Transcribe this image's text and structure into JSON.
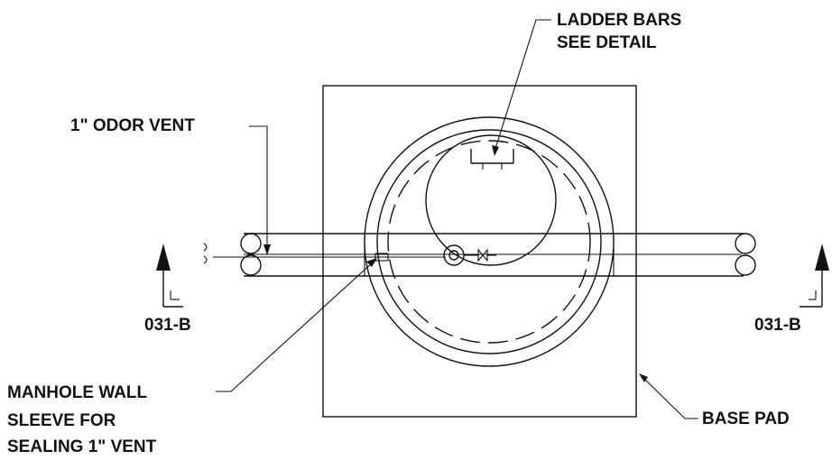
{
  "labels": {
    "ladder_bars_line1": "LADDER BARS",
    "ladder_bars_line2": "SEE DETAIL",
    "odor_vent": "1\" ODOR VENT",
    "section_left": "031-B",
    "section_right": "031-B",
    "manhole_line1": "MANHOLE WALL",
    "manhole_line2": "SLEEVE FOR",
    "manhole_line3": "SEALING 1\" VENT",
    "base_pad": "BASE PAD"
  },
  "colors": {
    "ink": "#111111",
    "paper": "#ffffff"
  }
}
